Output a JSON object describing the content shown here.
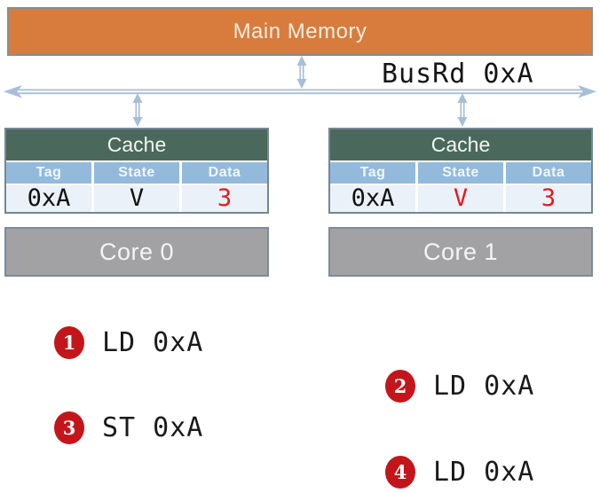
{
  "diagram": {
    "main_memory": {
      "label": "Main Memory"
    },
    "bus": {
      "label": "BusRd 0xA"
    },
    "caches": [
      {
        "title": "Cache",
        "columns": [
          "Tag",
          "State",
          "Data"
        ],
        "row": {
          "tag": "0xA",
          "state": "V",
          "data": "3"
        },
        "tag_color": "#111111",
        "state_color": "#111111",
        "data_color": "#e5191d"
      },
      {
        "title": "Cache",
        "columns": [
          "Tag",
          "State",
          "Data"
        ],
        "row": {
          "tag": "0xA",
          "state": "V",
          "data": "3"
        },
        "tag_color": "#111111",
        "state_color": "#e5191d",
        "data_color": "#e5191d"
      }
    ],
    "cores": [
      {
        "label": "Core 0"
      },
      {
        "label": "Core 1"
      }
    ]
  },
  "steps": [
    {
      "num": "1",
      "op": "LD 0xA",
      "side": "left"
    },
    {
      "num": "2",
      "op": "LD 0xA",
      "side": "right"
    },
    {
      "num": "3",
      "op": "ST 0xA",
      "side": "left"
    },
    {
      "num": "4",
      "op": "LD 0xA",
      "side": "right"
    }
  ],
  "colors": {
    "memory_fill": "#d87c3e",
    "cache_header_green": "#4a695c",
    "column_header_blue": "#93badb",
    "row_bg": "#eaf1f8",
    "core_fill": "#a2a2a4",
    "accent_red": "#e5191d",
    "step_badge_red": "#c3161b",
    "arrow_blue": "#a7bfd6"
  }
}
